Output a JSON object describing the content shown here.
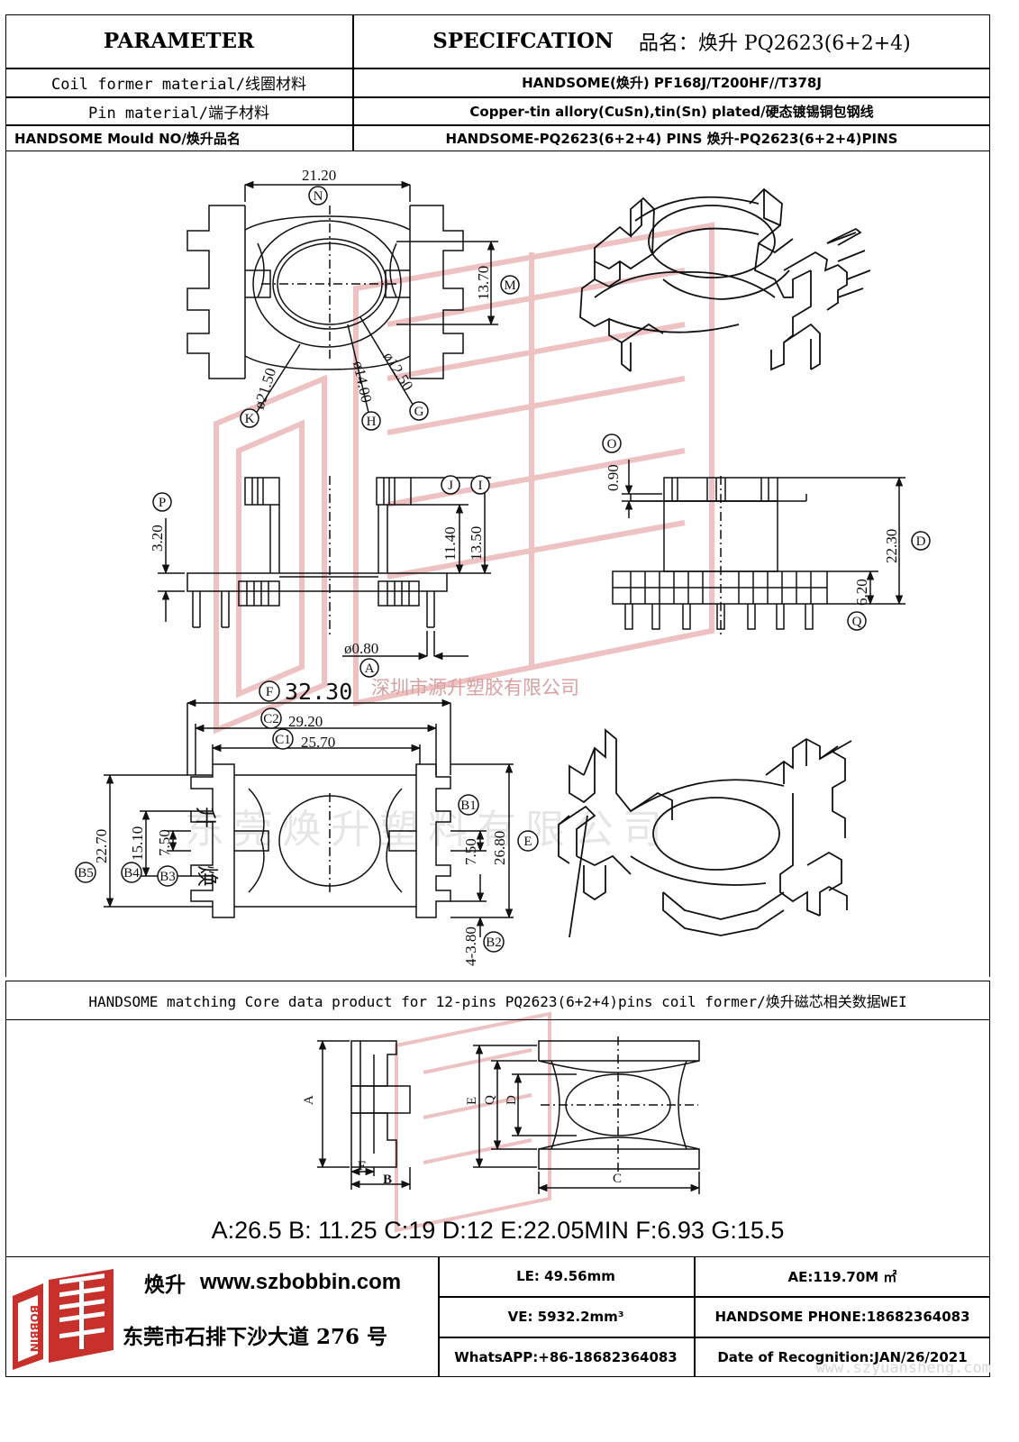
{
  "header": {
    "col1": "PARAMETER",
    "col2_main": "SPECIFCATION",
    "col2_suffix": "品名：焕升 PQ2623(6+2+4)"
  },
  "rows": [
    {
      "param": "Coil former material/线圈材料",
      "spec": "HANDSOME(焕升)   PF168J/T200HF//T378J"
    },
    {
      "param": "Pin material/端子材料",
      "spec": "Copper-tin allory(CuSn),tin(Sn) plated/硬态镀锡铜包钢线"
    },
    {
      "param": "HANDSOME Mould NO/焕升品名",
      "spec": "HANDSOME-PQ2623(6+2+4) PINS   焕升-PQ2623(6+2+4)PINS"
    }
  ],
  "top_view": {
    "n_dim": "21.20",
    "n_label": "N",
    "m_dim": "13.70",
    "m_label": "M",
    "k_dim": "ø21.50",
    "k_label": "K",
    "h_dim": "ø14.00",
    "h_label": "H",
    "g_dim": "ø12.50",
    "g_label": "G"
  },
  "side_view": {
    "p_dim": "3.20",
    "p_label": "P",
    "j_label": "J",
    "i_label": "I",
    "d1": "11.40",
    "d2": "13.50",
    "pin_dim": "ø0.80",
    "a_label": "A"
  },
  "front_view": {
    "o_dim": "0.90",
    "o_label": "O",
    "d_dim": "22.30",
    "d_label": "D",
    "q_dim": "6.20",
    "q_label": "Q"
  },
  "bottom_view": {
    "f_label": "F",
    "f_dim": "32.30",
    "c2_label": "C2",
    "c2_dim": "29.20",
    "c1_label": "C1",
    "c1_dim": "25.70",
    "b5_label": "B5",
    "b5_dim": "22.70",
    "b4_label": "B4",
    "b4_dim": "15.10",
    "b3_label": "B3",
    "b3_dim": "7.50",
    "b1_label": "B1",
    "b1_dim": "7.50",
    "e_label": "E",
    "e_dim": "26.80",
    "b2_label": "B2",
    "b2_dim": "4-3.80",
    "char_top": "升",
    "char_bottom": "焕"
  },
  "watermark": {
    "company_small": "深圳市源升塑胶有限公司",
    "company_large": "东莞焕升塑料有限公司"
  },
  "core_section": {
    "title": "HANDSOME matching Core data  product for 12-pins PQ2623(6+2+4)pins coil former/焕升磁芯相关数据WEI",
    "labels": {
      "a": "A",
      "b": "B",
      "c": "C",
      "d": "D",
      "e": "E",
      "f": "F",
      "q": "Q"
    },
    "values": "A:26.5 B: 11.25 C:19 D:12 E:22.05MIN F:6.93 G:15.5"
  },
  "footer": {
    "logo_text": "BOBBIN",
    "brand": "焕升",
    "url": "www.szbobbin.com",
    "address": "东莞市石排下沙大道 276 号",
    "le": "LE: 49.56mm",
    "ae": "AE:119.70M ㎡",
    "ve": "VE: 5932.2mm³",
    "phone": "HANDSOME PHONE:18682364083",
    "whatsapp": "WhatsAPP:+86-18682364083",
    "date": "Date of Recognition:JAN/26/2021",
    "site_watermark": "www.szyuansheng.com"
  },
  "colors": {
    "line": "#000000",
    "watermark": "#e9a6a6",
    "logo_red": "#c8302b"
  }
}
